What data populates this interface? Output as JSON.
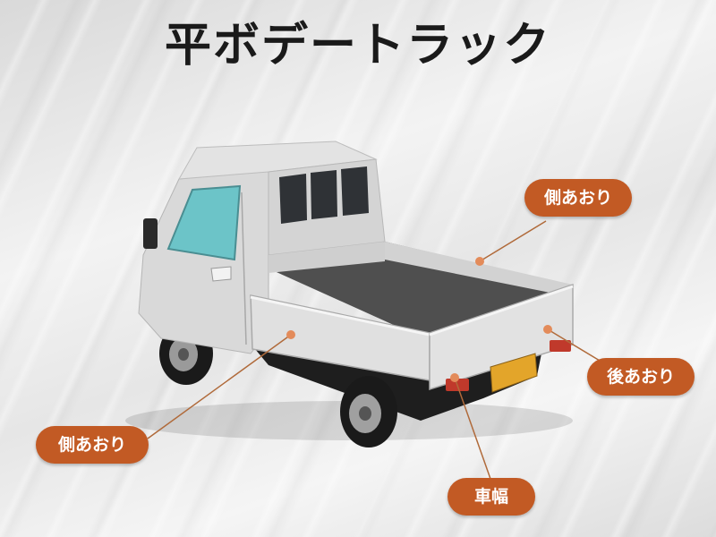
{
  "title": "平ボデートラック",
  "colors": {
    "label_bg": "#c25a24",
    "leader_line": "#b06a3a",
    "title_text": "#1a1a1a"
  },
  "labels": {
    "side_gate_upper": "側あおり",
    "rear_gate": "後あおり",
    "side_gate_lower": "側あおり",
    "vehicle_width": "車幅"
  }
}
